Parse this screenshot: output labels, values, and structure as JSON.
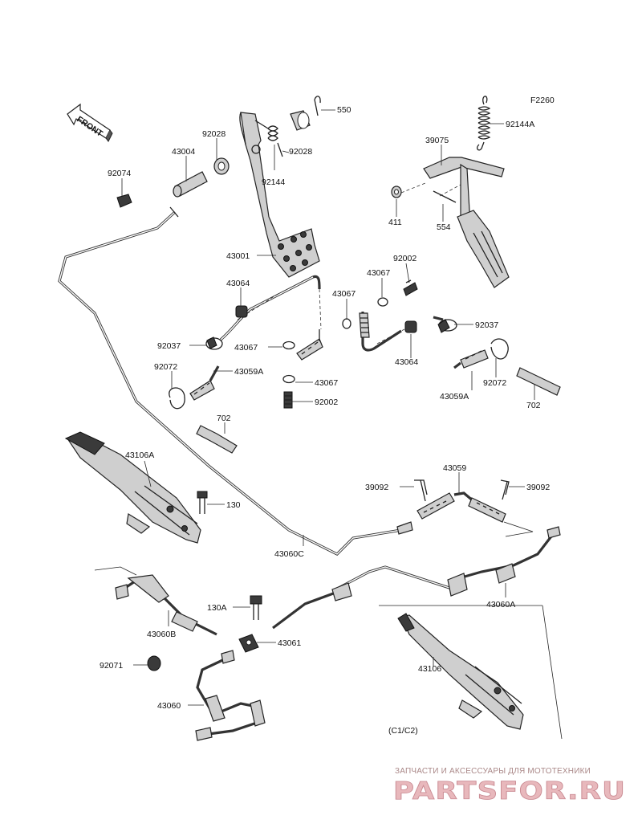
{
  "figure_code": "F2260",
  "front_label": "FRONT",
  "variant_note": "(C1/C2)",
  "parts": [
    {
      "id": "p550",
      "label": "550"
    },
    {
      "id": "p92028a",
      "label": "92028"
    },
    {
      "id": "p92028b",
      "label": "92028"
    },
    {
      "id": "p43004",
      "label": "43004"
    },
    {
      "id": "p92074",
      "label": "92074"
    },
    {
      "id": "p92144",
      "label": "92144"
    },
    {
      "id": "p92144A",
      "label": "92144A"
    },
    {
      "id": "p39075",
      "label": "39075"
    },
    {
      "id": "p411",
      "label": "411"
    },
    {
      "id": "p554",
      "label": "554"
    },
    {
      "id": "p43001",
      "label": "43001"
    },
    {
      "id": "p92002a",
      "label": "92002"
    },
    {
      "id": "p43067a",
      "label": "43067"
    },
    {
      "id": "p43067b",
      "label": "43067"
    },
    {
      "id": "p43064a",
      "label": "43064"
    },
    {
      "id": "p43064b",
      "label": "43064"
    },
    {
      "id": "p92037a",
      "label": "92037"
    },
    {
      "id": "p92037b",
      "label": "92037"
    },
    {
      "id": "p43067c",
      "label": "43067"
    },
    {
      "id": "p43067d",
      "label": "43067"
    },
    {
      "id": "p92072a",
      "label": "92072"
    },
    {
      "id": "p92072b",
      "label": "92072"
    },
    {
      "id": "p43059Aa",
      "label": "43059A"
    },
    {
      "id": "p43059Ab",
      "label": "43059A"
    },
    {
      "id": "p92002b",
      "label": "92002"
    },
    {
      "id": "p702a",
      "label": "702"
    },
    {
      "id": "p702b",
      "label": "702"
    },
    {
      "id": "p43106A",
      "label": "43106A"
    },
    {
      "id": "p130",
      "label": "130"
    },
    {
      "id": "p43060C",
      "label": "43060C"
    },
    {
      "id": "p43059",
      "label": "43059"
    },
    {
      "id": "p39092a",
      "label": "39092"
    },
    {
      "id": "p39092b",
      "label": "39092"
    },
    {
      "id": "p43060A",
      "label": "43060A"
    },
    {
      "id": "p130A",
      "label": "130A"
    },
    {
      "id": "p43060B",
      "label": "43060B"
    },
    {
      "id": "p43061",
      "label": "43061"
    },
    {
      "id": "p92071",
      "label": "92071"
    },
    {
      "id": "p43106",
      "label": "43106"
    },
    {
      "id": "p43060",
      "label": "43060"
    }
  ],
  "watermark": {
    "caption": "ЗАПЧАСТИ И АКСЕССУАРЫ ДЛЯ МОТОТЕХНИКИ",
    "brand": "PARTSFOR.RU"
  }
}
